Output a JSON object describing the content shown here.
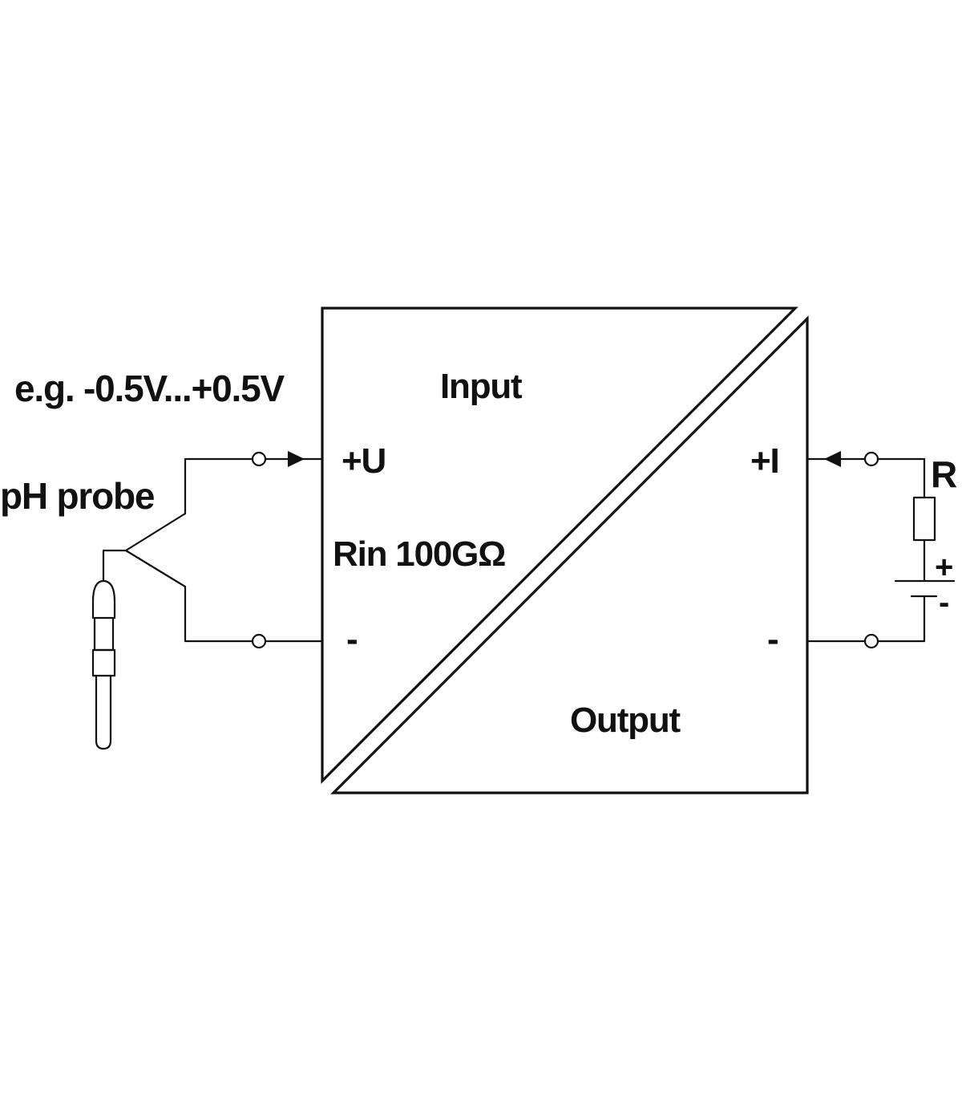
{
  "labels": {
    "voltage_range": "e.g. -0.5V...+0.5V",
    "probe": "pH probe",
    "input": "Input",
    "input_plus": "+U",
    "input_minus": "-",
    "input_resistance": "Rin 100GΩ",
    "output": "Output",
    "output_plus": "+I",
    "output_minus": "-",
    "resistor": "R",
    "source_plus": "+",
    "source_minus": "-"
  },
  "colors": {
    "line": "#111111",
    "background": "#ffffff"
  }
}
